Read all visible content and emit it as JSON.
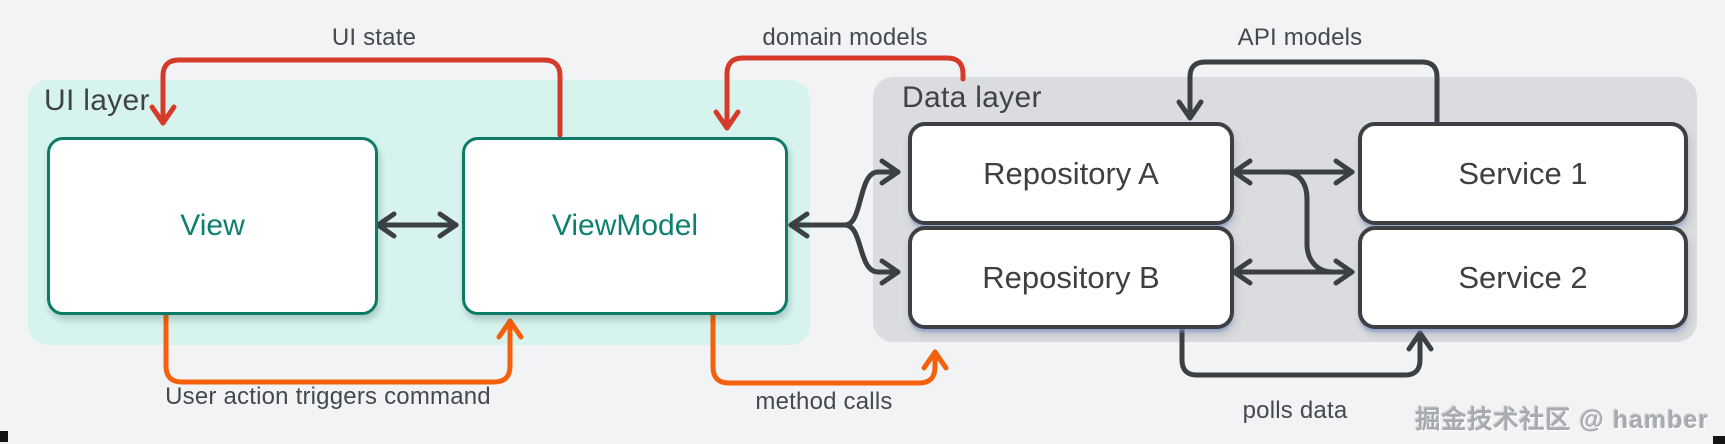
{
  "diagram": {
    "ui_layer": {
      "label": "UI layer",
      "view": "View",
      "viewmodel": "ViewModel"
    },
    "data_layer": {
      "label": "Data layer",
      "repo_a": "Repository A",
      "repo_b": "Repository B",
      "service_1": "Service 1",
      "service_2": "Service 2"
    },
    "arrow_labels": {
      "ui_state": "UI state",
      "domain_models": "domain models",
      "api_models": "API models",
      "user_action": "User action triggers command",
      "method_calls": "method calls",
      "polls_data": "polls data"
    },
    "watermark": "掘金技术社区 @ hamber",
    "colors": {
      "teal_border": "#0e7b69",
      "teal_text": "#0e8070",
      "ui_layer_bg": "#d7f3ee",
      "data_layer_bg": "#dbdcdf",
      "dark_arrow": "#3c4043",
      "red_arrow": "#d63b29",
      "orange_arrow": "#f4600c",
      "page_bg": "#f2f3f5"
    }
  }
}
